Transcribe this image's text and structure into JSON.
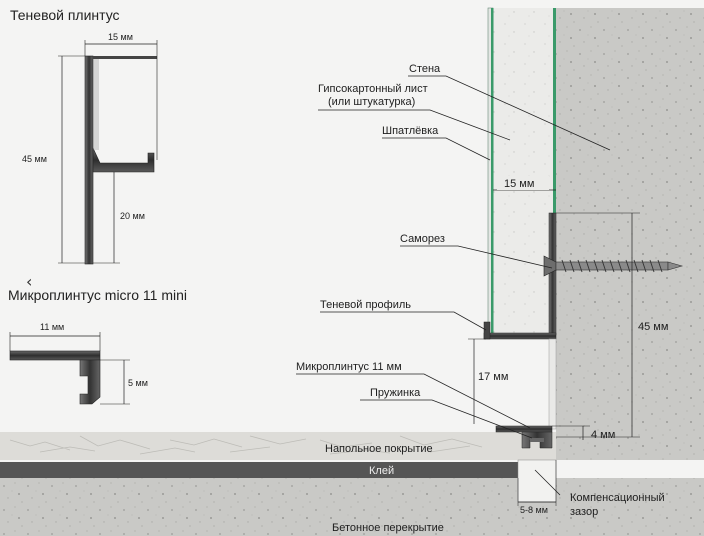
{
  "titles": {
    "shadow_plinth": "Теневой плинтус",
    "micro_plinth": "Микроплинтус micro 11 mini"
  },
  "dims_left": {
    "width_15": "15 мм",
    "height_45": "45 мм",
    "height_20": "20 мм",
    "width_11": "11 мм",
    "height_5": "5 мм"
  },
  "callouts": {
    "wall": "Стена",
    "drywall_1": "Гипсокартонный лист",
    "drywall_2": "(или штукатурка)",
    "putty": "Шпатлёвка",
    "screw": "Саморез",
    "shadow_profile": "Теневой профиль",
    "microplinth": "Микроплинтус 11 мм",
    "spring": "Пружинка",
    "flooring": "Напольное покрытие",
    "glue": "Клей",
    "gap_1": "Компенсационный",
    "gap_2": "зазор",
    "slab": "Бетонное перекрытие"
  },
  "dims_right": {
    "width_15": "15 мм",
    "height_45": "45 мм",
    "height_17": "17 мм",
    "height_4": "4 мм",
    "gap_5_8": "5-8 мм"
  },
  "nav": {
    "back_glyph": "‹"
  },
  "colors": {
    "concrete": "#c9c9c6",
    "drywall": "#ebebe9",
    "putty_green": "#3a9a6a",
    "profile_dark": "#3b3b3b",
    "flooring": "#dddcd8",
    "glue": "#555555"
  }
}
